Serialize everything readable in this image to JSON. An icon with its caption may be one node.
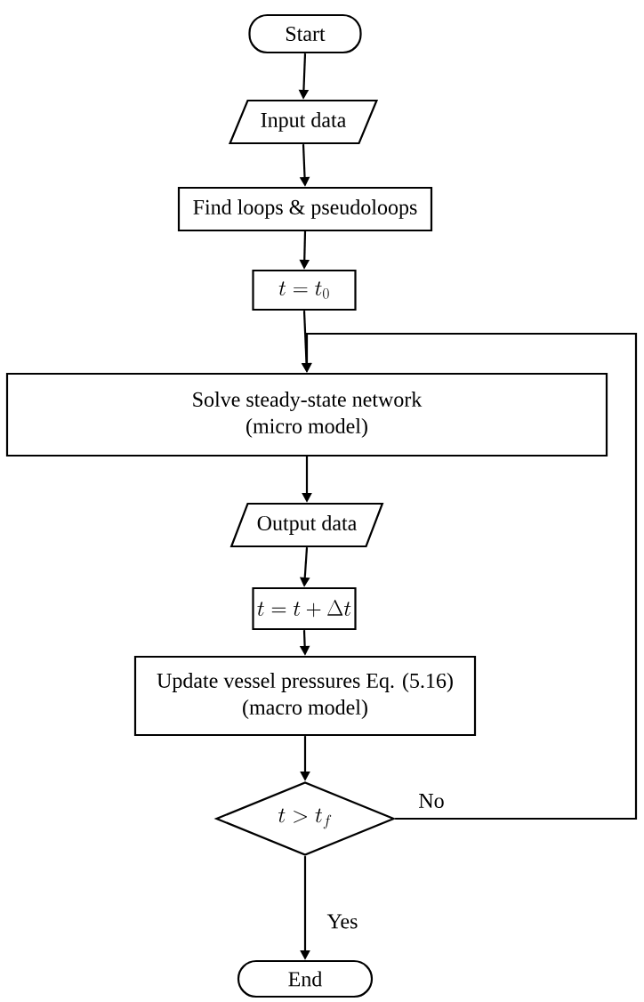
{
  "diagram": {
    "nodes": [
      {
        "text": [
          "Start"
        ]
      },
      {
        "text": [
          "Input data"
        ]
      },
      {
        "text": [
          "Find loops & pseudoloops"
        ]
      },
      {
        "text": [
          "t=t_0"
        ]
      },
      {
        "text": [
          "Solve steady-state network",
          "(micro model)"
        ]
      },
      {
        "text": [
          "Output data"
        ]
      },
      {
        "text": [
          "t=t+\\Delta t"
        ]
      },
      {
        "text": [
          "Update vessel pressures Eq. (5.16)",
          "(macro model)"
        ]
      },
      {
        "text": [
          "t>t_f"
        ]
      },
      {
        "text": [
          "End"
        ]
      }
    ],
    "edges": [
      {
        "from": 0,
        "to": 1,
        "arrow": "to"
      },
      {
        "from": 1,
        "to": 2,
        "arrow": "to"
      },
      {
        "from": 2,
        "to": 3,
        "arrow": "to"
      },
      {
        "from": 3,
        "to": 4,
        "arrow": "to"
      },
      {
        "from": 4,
        "to": 5,
        "arrow": "to"
      },
      {
        "from": 5,
        "to": 6,
        "arrow": "to"
      },
      {
        "from": 6,
        "to": 7,
        "arrow": "to"
      },
      {
        "from": 7,
        "to": 8,
        "arrow": "to"
      },
      {
        "from": 8,
        "to": 4,
        "label": "No",
        "arrow": "to"
      },
      {
        "from": 8,
        "to": 9,
        "label": "Yes",
        "arrow": "to"
      }
    ]
  }
}
